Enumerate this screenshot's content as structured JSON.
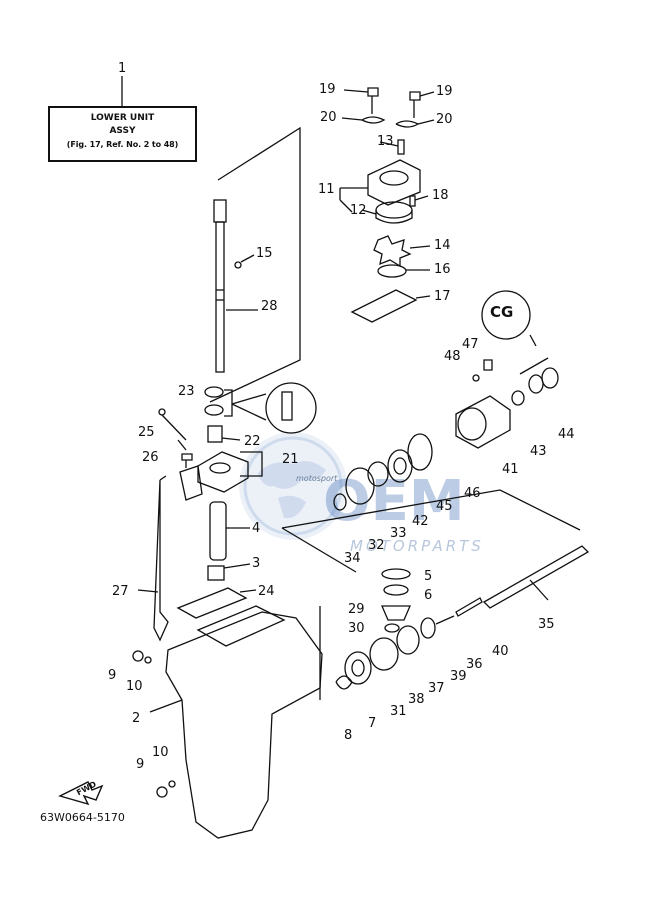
{
  "title_box": {
    "callout": "1",
    "line1": "LOWER UNIT",
    "line2": "ASSY",
    "line3": "(Fig. 17, Ref. No. 2 to 48)"
  },
  "callouts": {
    "c1": "1",
    "c2": "2",
    "c3": "3",
    "c4": "4",
    "c5": "5",
    "c6": "6",
    "c7": "7",
    "c8": "8",
    "c9a": "9",
    "c9b": "9",
    "c10a": "10",
    "c10b": "10",
    "c11": "11",
    "c12": "12",
    "c13": "13",
    "c14": "14",
    "c15": "15",
    "c16": "16",
    "c17": "17",
    "c18": "18",
    "c19a": "19",
    "c19b": "19",
    "c20a": "20",
    "c20b": "20",
    "c21": "21",
    "c22": "22",
    "c23": "23",
    "c24": "24",
    "c25": "25",
    "c26": "26",
    "c27": "27",
    "c28": "28",
    "c29": "29",
    "c30": "30",
    "c31": "31",
    "c32": "32",
    "c33": "33",
    "c34": "34",
    "c35": "35",
    "c36": "36",
    "c37": "37",
    "c38": "38",
    "c39": "39",
    "c40": "40",
    "c41": "41",
    "c42": "42",
    "c43": "43",
    "c44": "44",
    "c45": "45",
    "c46": "46",
    "c47": "47",
    "c48": "48"
  },
  "fwd_label": "FWD",
  "sealant_label": "CG",
  "drawing_code": "63W0664-5170",
  "watermark": {
    "brand": "MOTORPARTS",
    "logo_letters": "OEM",
    "small_text": "motosport"
  },
  "colors": {
    "ink": "#111111",
    "watermark_blue": "#3f6fb5",
    "watermark_light": "#c9d6ea"
  }
}
